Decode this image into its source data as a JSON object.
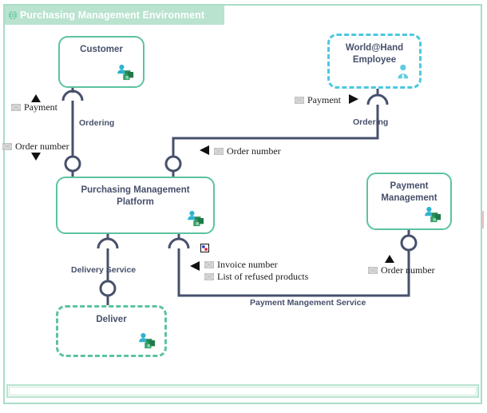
{
  "environment": {
    "title": "Purchasing Management Environment",
    "title_icon": "globe-icon",
    "accent": "#b9e3cf",
    "border_color": "#a9ddc6"
  },
  "nodes": [
    {
      "id": "customer",
      "label": "Customer",
      "style": "solid",
      "icon": "actor-component-icon"
    },
    {
      "id": "employee",
      "label": "World@Hand Employee",
      "style": "dashed-teal",
      "icon": "person-icon"
    },
    {
      "id": "platform",
      "label": "Purchasing Management Platform",
      "style": "solid",
      "icon": "actor-component-icon"
    },
    {
      "id": "payment",
      "label": "Payment Management",
      "style": "solid",
      "icon": "actor-component-icon"
    },
    {
      "id": "deliver",
      "label": "Deliver",
      "style": "dashed-green",
      "icon": "actor-component-icon"
    }
  ],
  "interfaces": [
    {
      "id": "ordering-left",
      "label": "Ordering"
    },
    {
      "id": "ordering-right",
      "label": "Ordering"
    },
    {
      "id": "delivery-service",
      "label": "Delivery Service"
    },
    {
      "id": "payment-service",
      "label": "Payment Mangement Service"
    }
  ],
  "messages": [
    {
      "id": "payment-left",
      "text": "Payment",
      "direction": "up",
      "icon": "envelope-icon"
    },
    {
      "id": "order-number-left",
      "text": "Order number",
      "direction": "down",
      "icon": "envelope-icon"
    },
    {
      "id": "payment-right",
      "text": "Payment",
      "direction": "right",
      "icon": "envelope-icon"
    },
    {
      "id": "order-number-mid",
      "text": "Order number",
      "direction": "left",
      "icon": "envelope-icon"
    },
    {
      "id": "invoice-number",
      "text": "Invoice number",
      "direction": "left",
      "icon": "envelope-icon"
    },
    {
      "id": "refused-products",
      "text": "List of refused products",
      "direction": "none",
      "icon": "envelope-icon"
    },
    {
      "id": "order-number-right",
      "text": "Order number",
      "direction": "up",
      "icon": "envelope-icon"
    }
  ],
  "colors": {
    "wire": "#47506b",
    "component_border": "#5cc3a0",
    "actor_border": "#4cc8e0",
    "text": "#47506b"
  }
}
